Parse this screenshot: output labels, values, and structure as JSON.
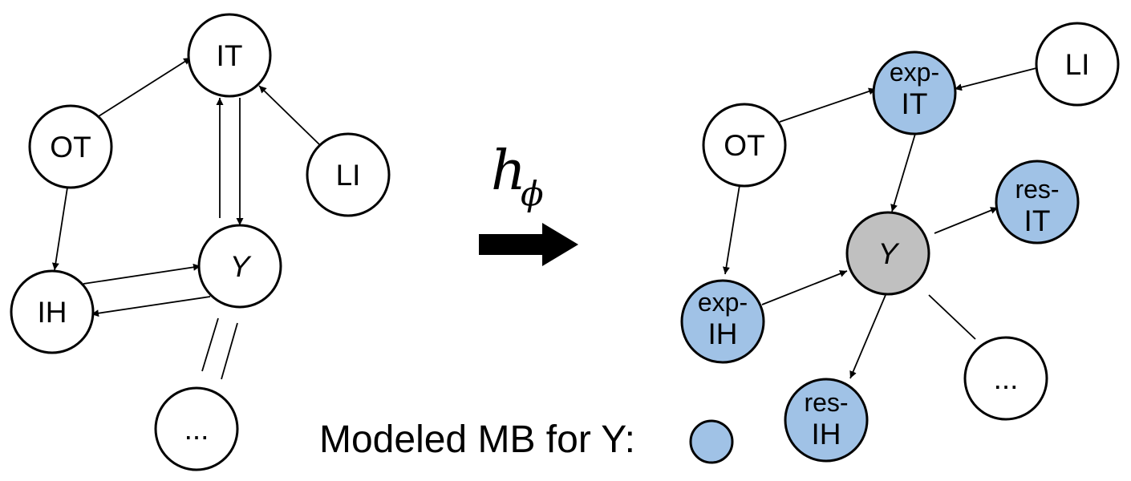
{
  "colors": {
    "stroke": "#000000",
    "node_fill": "#ffffff",
    "mb_fill": "#a0c2e6",
    "target_fill": "#c0c0c0"
  },
  "left_graph": {
    "nodes": {
      "it": "IT",
      "ot": "OT",
      "li": "LI",
      "y": "Y",
      "ih": "IH",
      "more": "..."
    }
  },
  "transform": {
    "label_base": "h",
    "label_subscript": "ϕ",
    "arrow_icon": "right-arrow-icon"
  },
  "right_graph": {
    "nodes": {
      "exp_it": [
        "exp-",
        "IT"
      ],
      "li": "LI",
      "ot": "OT",
      "res_it": [
        "res-",
        "IT"
      ],
      "y": "Y",
      "exp_ih": [
        "exp-",
        "IH"
      ],
      "more": "...",
      "res_ih": [
        "res-",
        "IH"
      ]
    }
  },
  "legend": {
    "text": "Modeled MB for Y:"
  }
}
